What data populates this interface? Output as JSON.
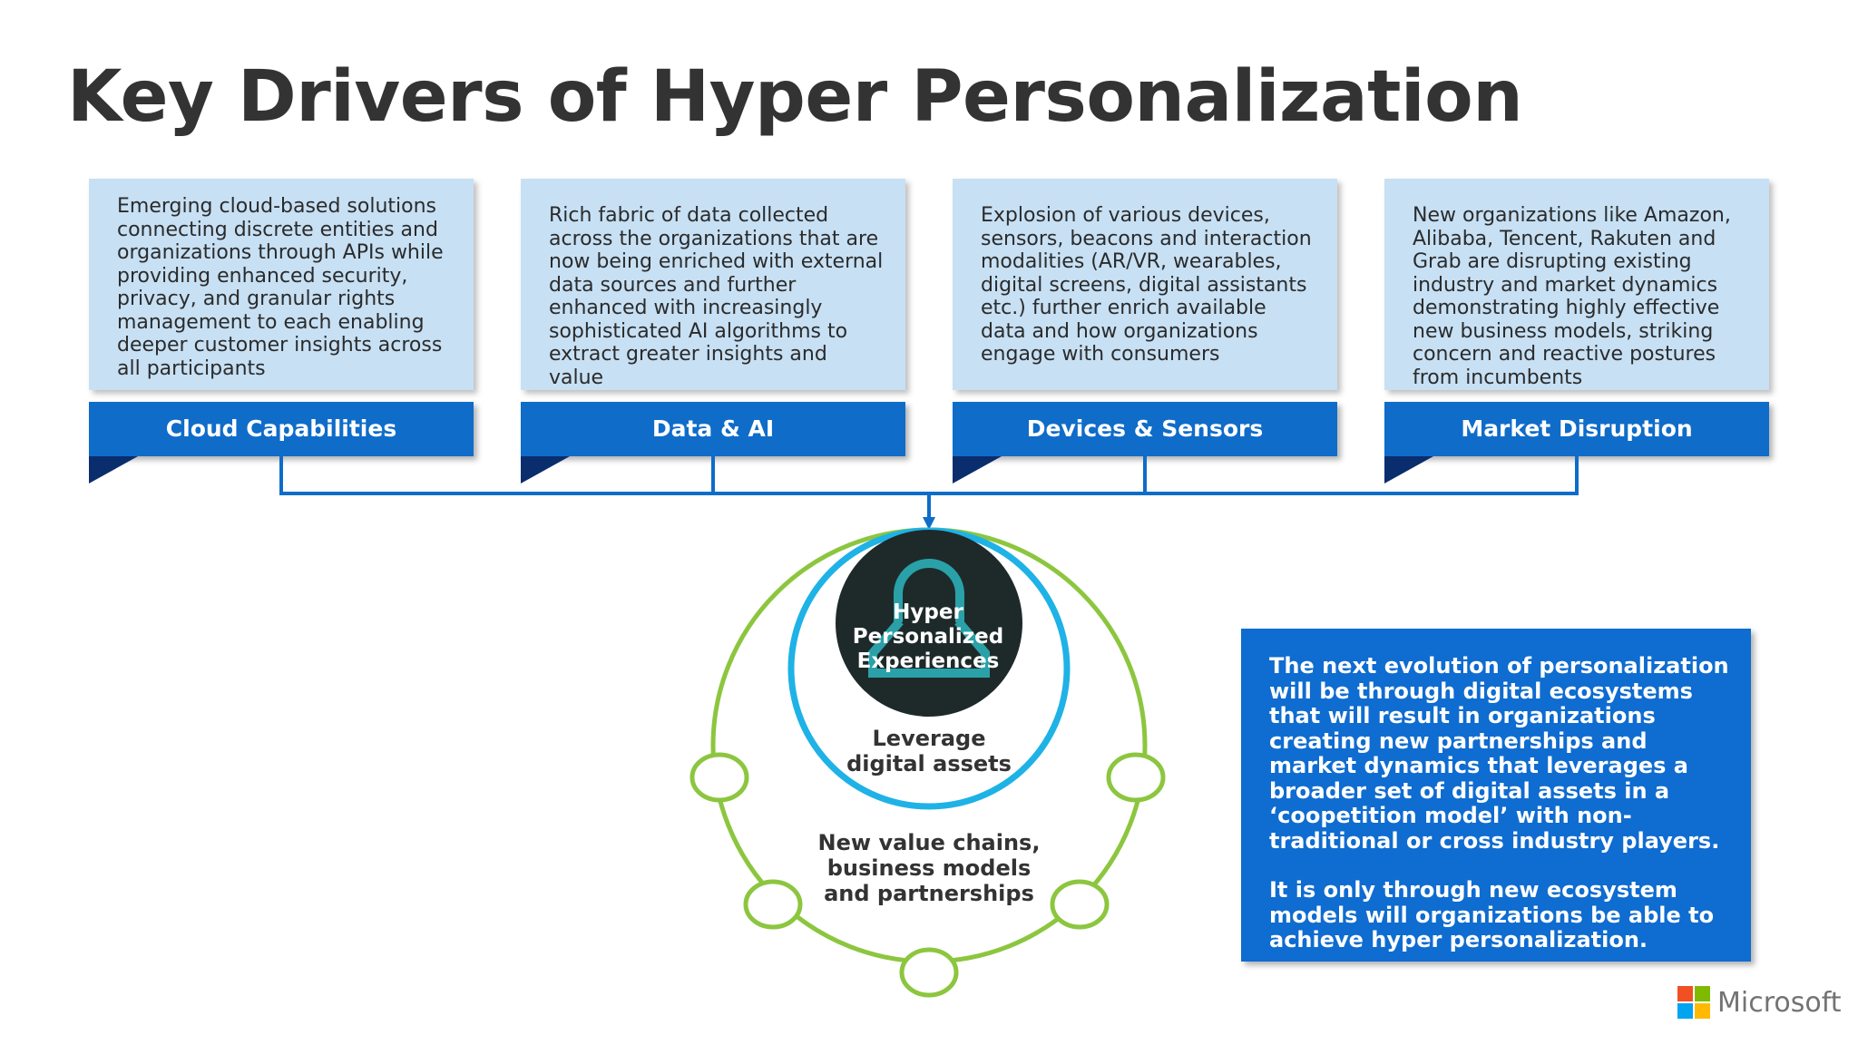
{
  "title": "Key Drivers of Hyper Personalization",
  "drivers": [
    {
      "label": "Cloud Capabilities",
      "description": "Emerging cloud-based solutions connecting discrete entities and organizations through APIs while providing enhanced security, privacy, and granular rights management to each enabling deeper customer insights across all participants"
    },
    {
      "label": "Data & AI",
      "description": "Rich fabric of data collected across the organizations that are now being enriched with external data sources and further enhanced with increasingly sophisticated AI algorithms to extract greater insights and value"
    },
    {
      "label": "Devices & Sensors",
      "description": "Explosion of various devices, sensors, beacons and interaction modalities (AR/VR, wearables, digital screens, digital assistants etc.) further enrich available data and how organizations engage with consumers"
    },
    {
      "label": "Market Disruption",
      "description": "New organizations like Amazon, Alibaba, Tencent, Rakuten and Grab are disrupting existing industry and market dynamics demonstrating highly effective new business models, striking concern and reactive postures from incumbents"
    }
  ],
  "hub": {
    "label": "Hyper Personalized Experiences",
    "icon": "person-icon"
  },
  "inner_ring_label": "Leverage digital assets",
  "outer_ring_label": "New value chains, business models and partnerships",
  "summary": {
    "paragraph1": "The next evolution of personalization will be through digital ecosystems that will result in organizations creating new partnerships and market dynamics that leverages a broader set of digital assets in a ‘coopetition model’ with non-traditional or cross industry players.",
    "paragraph2": "It is only through new ecosystem models will organizations be able to achieve hyper personalization."
  },
  "brand": {
    "name": "Microsoft",
    "colors": [
      "#f25022",
      "#7fba00",
      "#00a4ef",
      "#ffb900"
    ]
  },
  "colors": {
    "card_bg": "#c7e0f4",
    "label_bg": "#0f6cc9",
    "connector": "#0f6cc9",
    "outer_ring": "#8cc63f",
    "inner_ring": "#1fb2e6",
    "hub": "#1e2a2a",
    "hub_icon": "#2aa1a8",
    "summary_bg": "#0f6cd0"
  }
}
